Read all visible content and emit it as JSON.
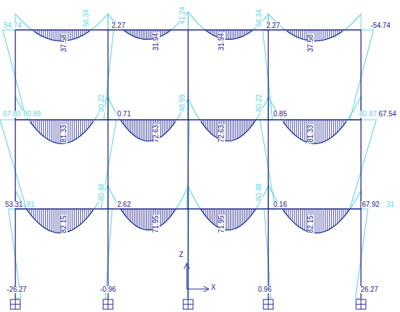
{
  "diagram": {
    "labels": [
      "54.74",
      "37.58",
      "56.34",
      "2.27",
      "31.94",
      "41.24",
      "31.94",
      "56.34",
      "2.27",
      "37.58",
      "-54.74",
      "67.80",
      "80.89",
      "81.33",
      "80.22",
      "0.71",
      "72.63",
      "48.99",
      "72.63",
      "80.22",
      "0.85",
      "81.33",
      "80.87",
      "67.54",
      "53.31",
      "81",
      "82.15",
      "80.48",
      "2.62",
      "71.95",
      "71.95",
      "80.48",
      "0.16",
      "82.15",
      "67.92",
      "31",
      "-26.27",
      "-0.96",
      "0.96",
      "26.27",
      "Z",
      "X"
    ]
  }
}
